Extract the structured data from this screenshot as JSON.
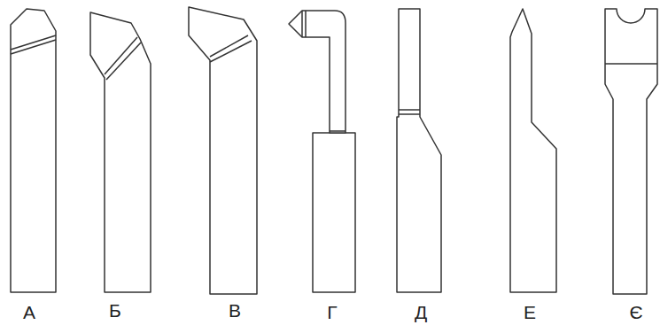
{
  "diagram": {
    "labels": [
      "А",
      "Б",
      "В",
      "Г",
      "Д",
      "Е",
      "Є"
    ]
  }
}
